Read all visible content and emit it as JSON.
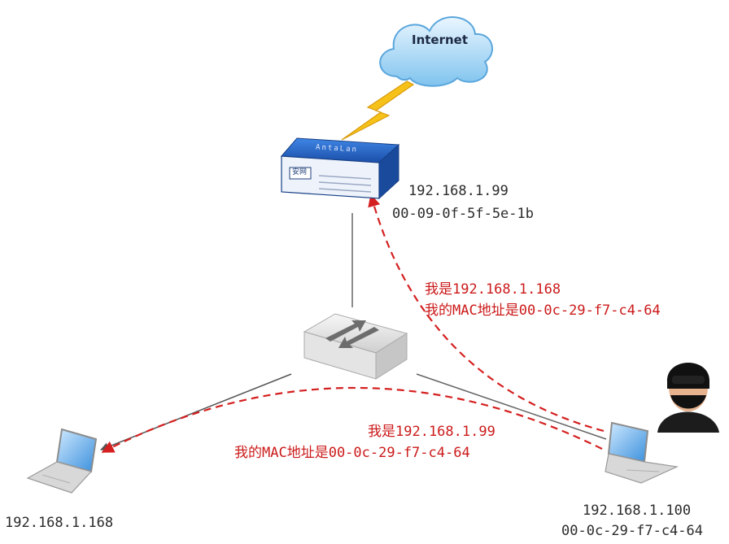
{
  "internet": {
    "label": "Internet"
  },
  "router": {
    "brand": "AntaLan",
    "panel_text": "安网",
    "ip": "192.168.1.99",
    "mac": "00-09-0f-5f-5e-1b"
  },
  "attacker_to_gateway": {
    "line1": "我是192.168.1.168",
    "line2": "我的MAC地址是00-0c-29-f7-c4-64"
  },
  "attacker_to_victim": {
    "line1": "我是192.168.1.99",
    "line2": "我的MAC地址是00-0c-29-f7-c4-64"
  },
  "victim_laptop": {
    "ip": "192.168.1.168"
  },
  "attacker_laptop": {
    "ip": "192.168.1.100",
    "mac": "00-0c-29-f7-c4-64"
  },
  "colors": {
    "spoof_arrow": "#d42020",
    "link_line": "#555555",
    "router_blue": "#1f5fbf",
    "cloud_blue": "#7fc3ee"
  }
}
